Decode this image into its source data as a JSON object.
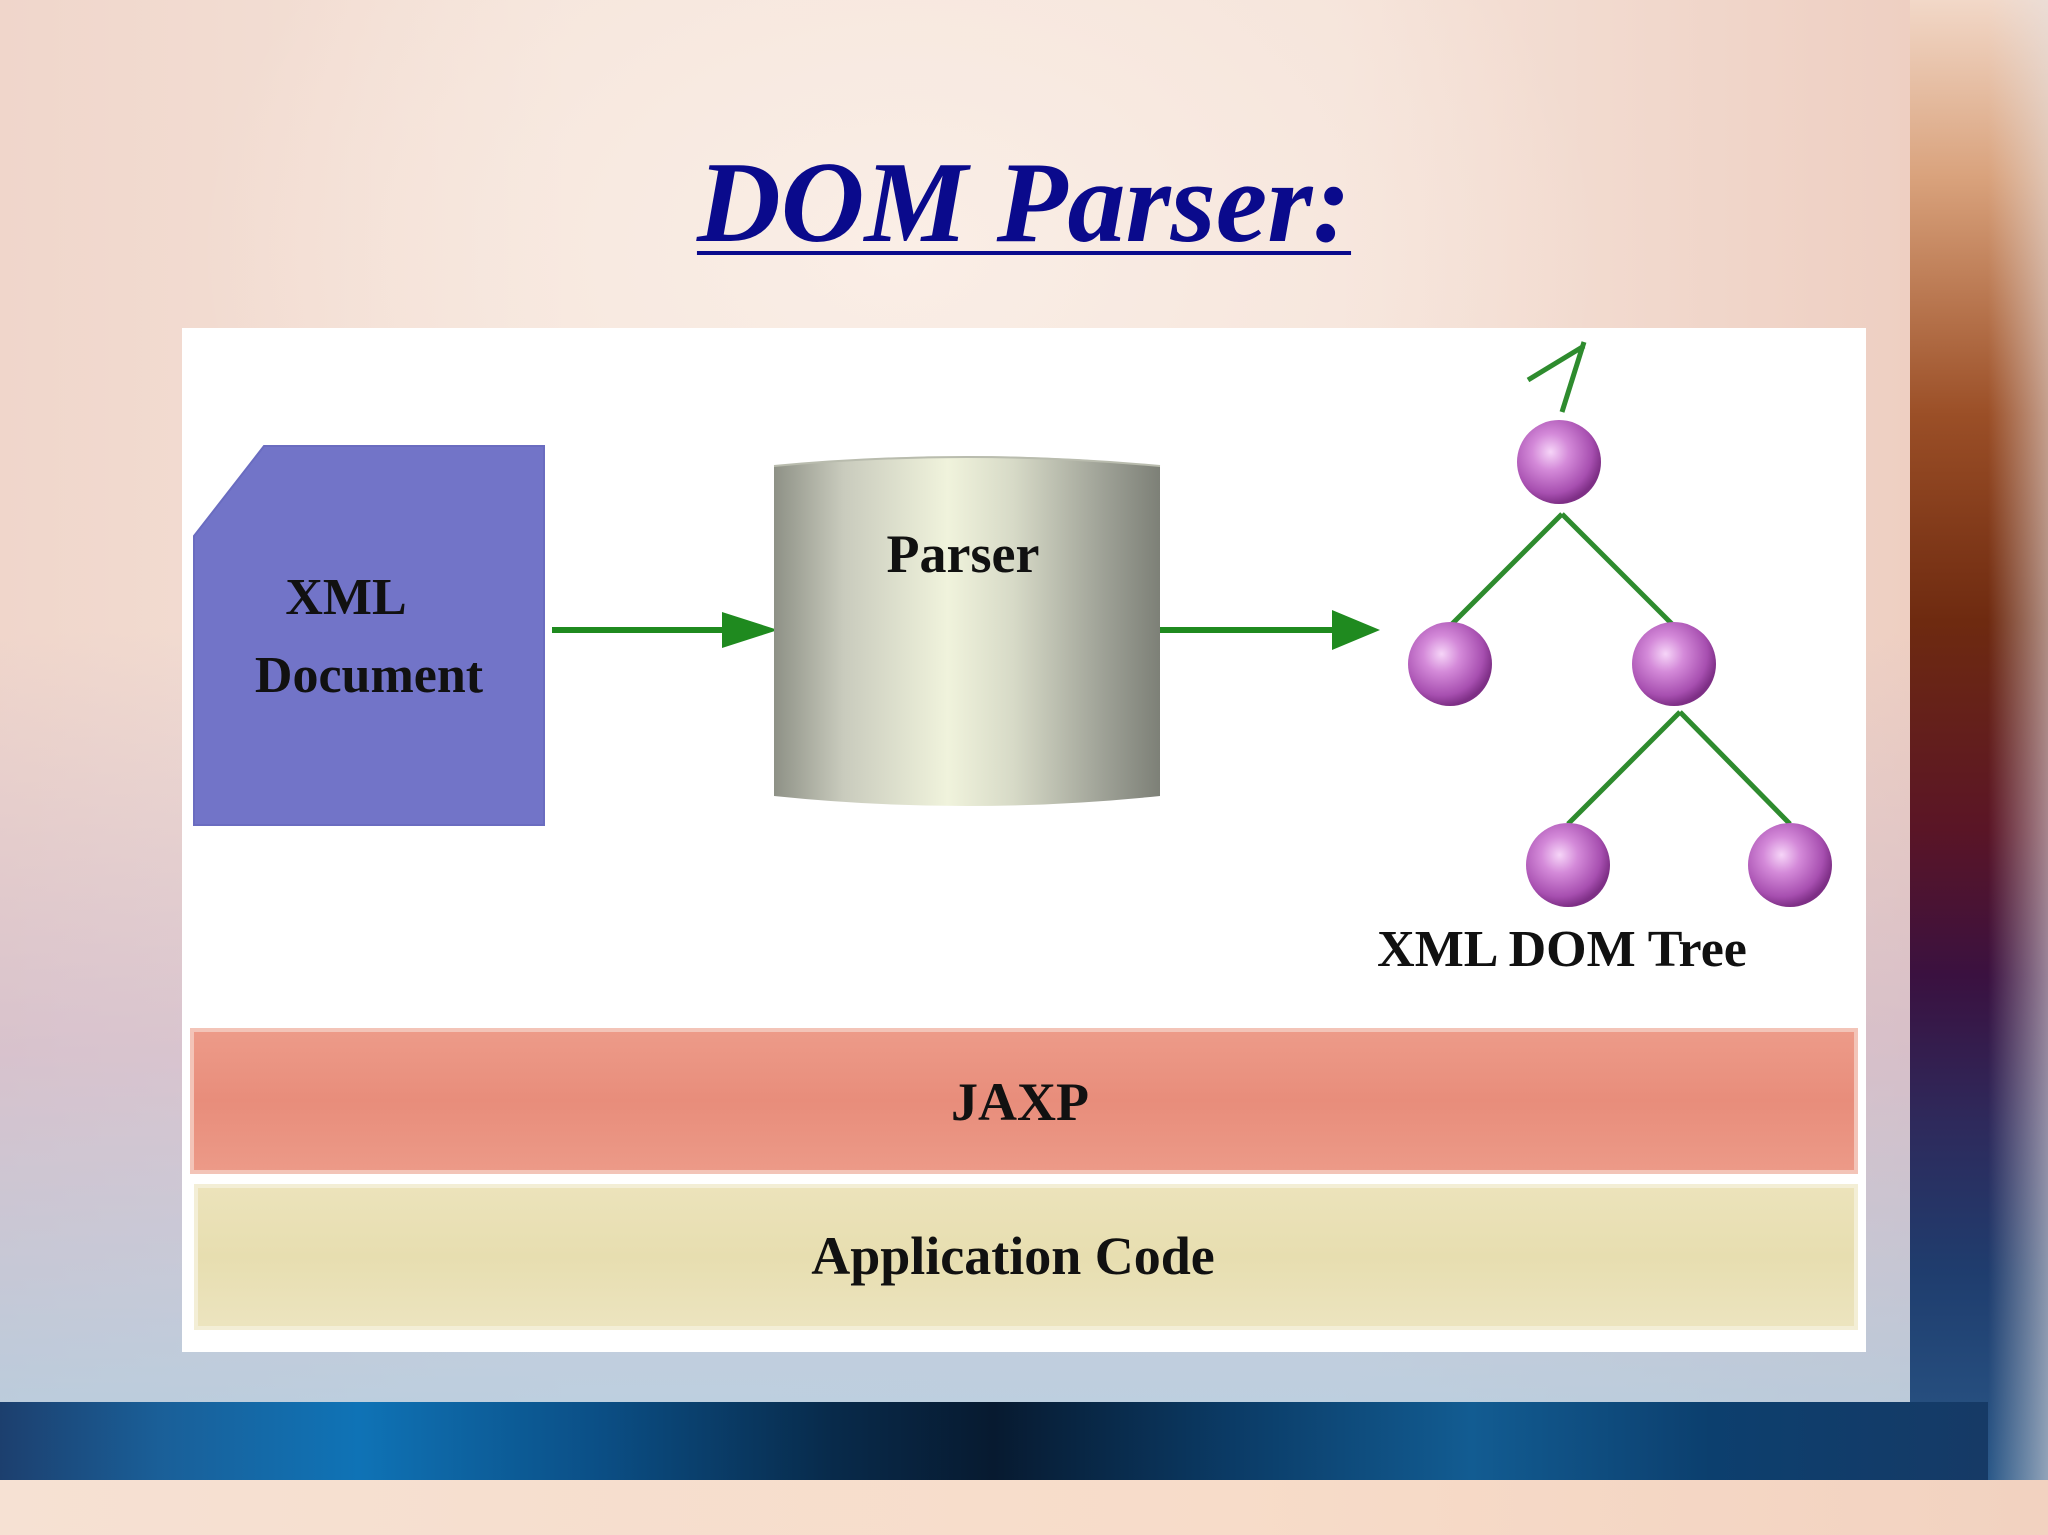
{
  "slide": {
    "title": "DOM Parser:"
  },
  "diagram": {
    "xml_document": {
      "line1": "XML",
      "line2": "Document",
      "color": "#7274c8"
    },
    "parser": {
      "label": "Parser"
    },
    "dom_tree": {
      "label": "XML DOM Tree",
      "node_color": "#c470cf",
      "edge_color": "#2e8b2e"
    },
    "arrow_color": "#1f8a1f",
    "layers": {
      "jaxp": {
        "label": "JAXP",
        "color": "#e8917f"
      },
      "application_code": {
        "label": "Application Code",
        "color": "#e8dfb2"
      }
    }
  }
}
